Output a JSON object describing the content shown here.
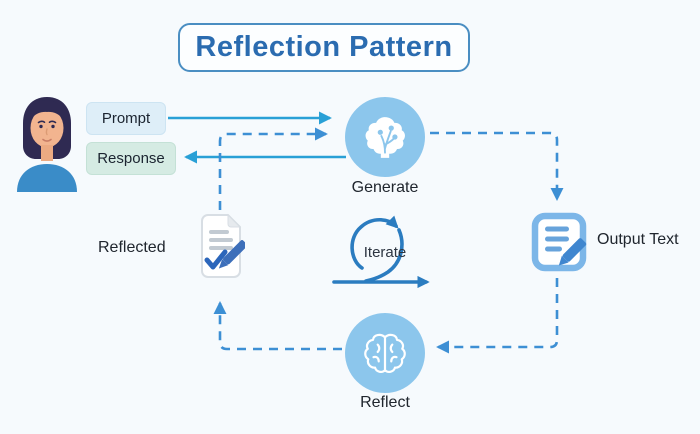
{
  "title": "Reflection Pattern",
  "user_panel": {
    "avatar": "woman-user-avatar",
    "prompt": {
      "label": "Prompt"
    },
    "response": {
      "label": "Response"
    }
  },
  "nodes": {
    "generate": {
      "label": "Generate",
      "icon": "ai-brain-icon"
    },
    "iterate": {
      "label": "Iterate",
      "icon": "iterate-loop-arrow-icon"
    },
    "output_text": {
      "label": "Output Text",
      "icon": "document-pencil-icon"
    },
    "reflected": {
      "label": "Reflected",
      "icon": "document-check-pencil-icon"
    },
    "reflect": {
      "label": "Reflect",
      "icon": "brain-icon"
    }
  },
  "flows": [
    {
      "from": "user-prompt",
      "to": "generate",
      "style": "solid"
    },
    {
      "from": "generate",
      "to": "user-response",
      "style": "solid"
    },
    {
      "from": "generate",
      "to": "output_text",
      "style": "dashed"
    },
    {
      "from": "output_text",
      "to": "reflect",
      "style": "dashed"
    },
    {
      "from": "reflect",
      "to": "reflected",
      "style": "dashed"
    },
    {
      "from": "reflected",
      "to": "generate",
      "style": "dashed"
    }
  ],
  "colors": {
    "background": "#f6fafd",
    "title_text": "#2b6cb0",
    "title_border": "#4a8ec2",
    "node_circle_fill": "#8cc6ec",
    "solid_arrow": "#29a0d6",
    "dashed_arrow": "#3d8fd4",
    "iterate_arrow": "#2b7cc0",
    "prompt_bg": "#deeef8",
    "response_bg": "#d5ebe3",
    "label_text": "#20262e",
    "doc_line_gray": "#c2cad2",
    "pencil_blue": "#3f86cf",
    "check_blue": "#2c66bb"
  }
}
